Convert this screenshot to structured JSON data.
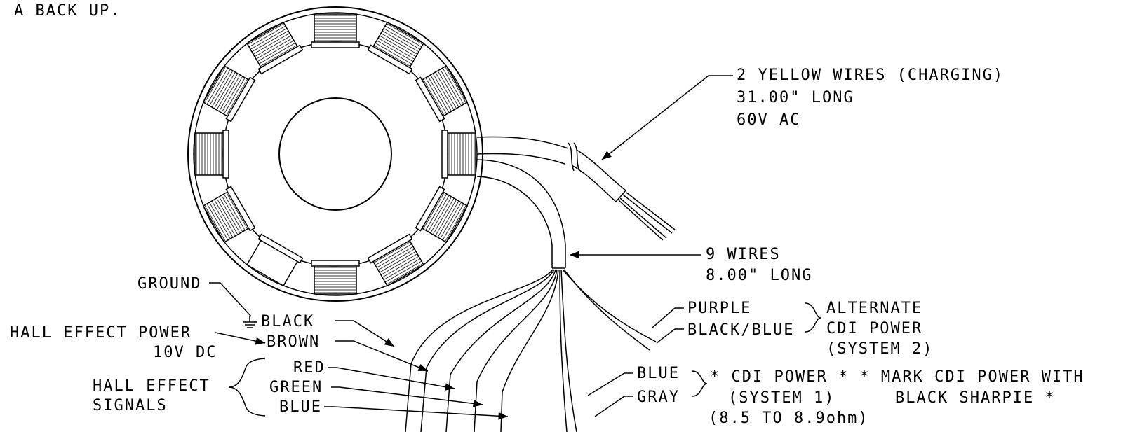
{
  "header_note": "A BACK UP.",
  "callouts": {
    "yellow": {
      "line1": "2 YELLOW WIRES (CHARGING)",
      "line2": "31.00\" LONG",
      "line3": "60V AC"
    },
    "nine_wires": {
      "line1": "9 WIRES",
      "line2": "8.00\" LONG"
    },
    "ground": "GROUND",
    "ground_wire": "BLACK",
    "hall_power": {
      "line1": "HALL EFFECT POWER",
      "line2": "10V DC",
      "wire": "BROWN"
    },
    "hall_signals": {
      "line1": "HALL EFFECT",
      "line2": "SIGNALS",
      "wires": [
        "RED",
        "GREEN",
        "BLUE"
      ]
    },
    "alternate": {
      "wires": [
        "PURPLE",
        "BLACK/BLUE"
      ],
      "line1": "ALTERNATE",
      "line2": "CDI POWER",
      "line3": "(SYSTEM 2)"
    },
    "cdi": {
      "wires": [
        "BLUE",
        "GRAY"
      ],
      "line1": "* CDI POWER * * MARK CDI POWER WITH",
      "line2": "(SYSTEM 1)",
      "line3": "(8.5 TO 8.9ohm)",
      "note2": "BLACK SHARPIE *"
    }
  }
}
